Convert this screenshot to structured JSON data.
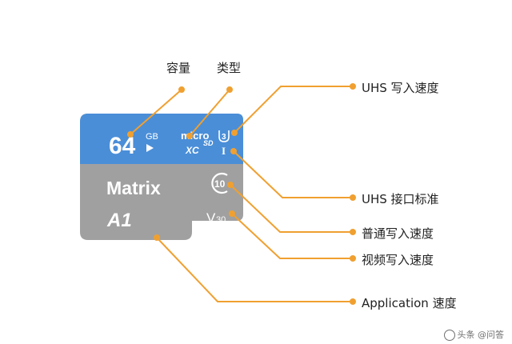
{
  "card": {
    "capacity_number": "64",
    "capacity_unit": "GB",
    "micro_text": "micro",
    "sd_text": "SD",
    "xc_text": "XC",
    "uhs_speed_mark": "3",
    "uhs_bus_mark": "I",
    "brand": "Matrix",
    "app_class": "A1",
    "speed_class": "10",
    "video_class_v": "V",
    "video_class_num": "30"
  },
  "labels": {
    "capacity": "容量",
    "type": "类型",
    "uhs_write": "UHS 写入速度",
    "uhs_interface": "UHS 接口标准",
    "normal_write": "普通写入速度",
    "video_write": "视频写入速度",
    "app_speed": "Application 速度"
  },
  "colors": {
    "card_blue": "#4a8ed8",
    "card_gray": "#a0a0a0",
    "leader_orange": "#f0a030"
  },
  "watermark": "头条 @问答"
}
